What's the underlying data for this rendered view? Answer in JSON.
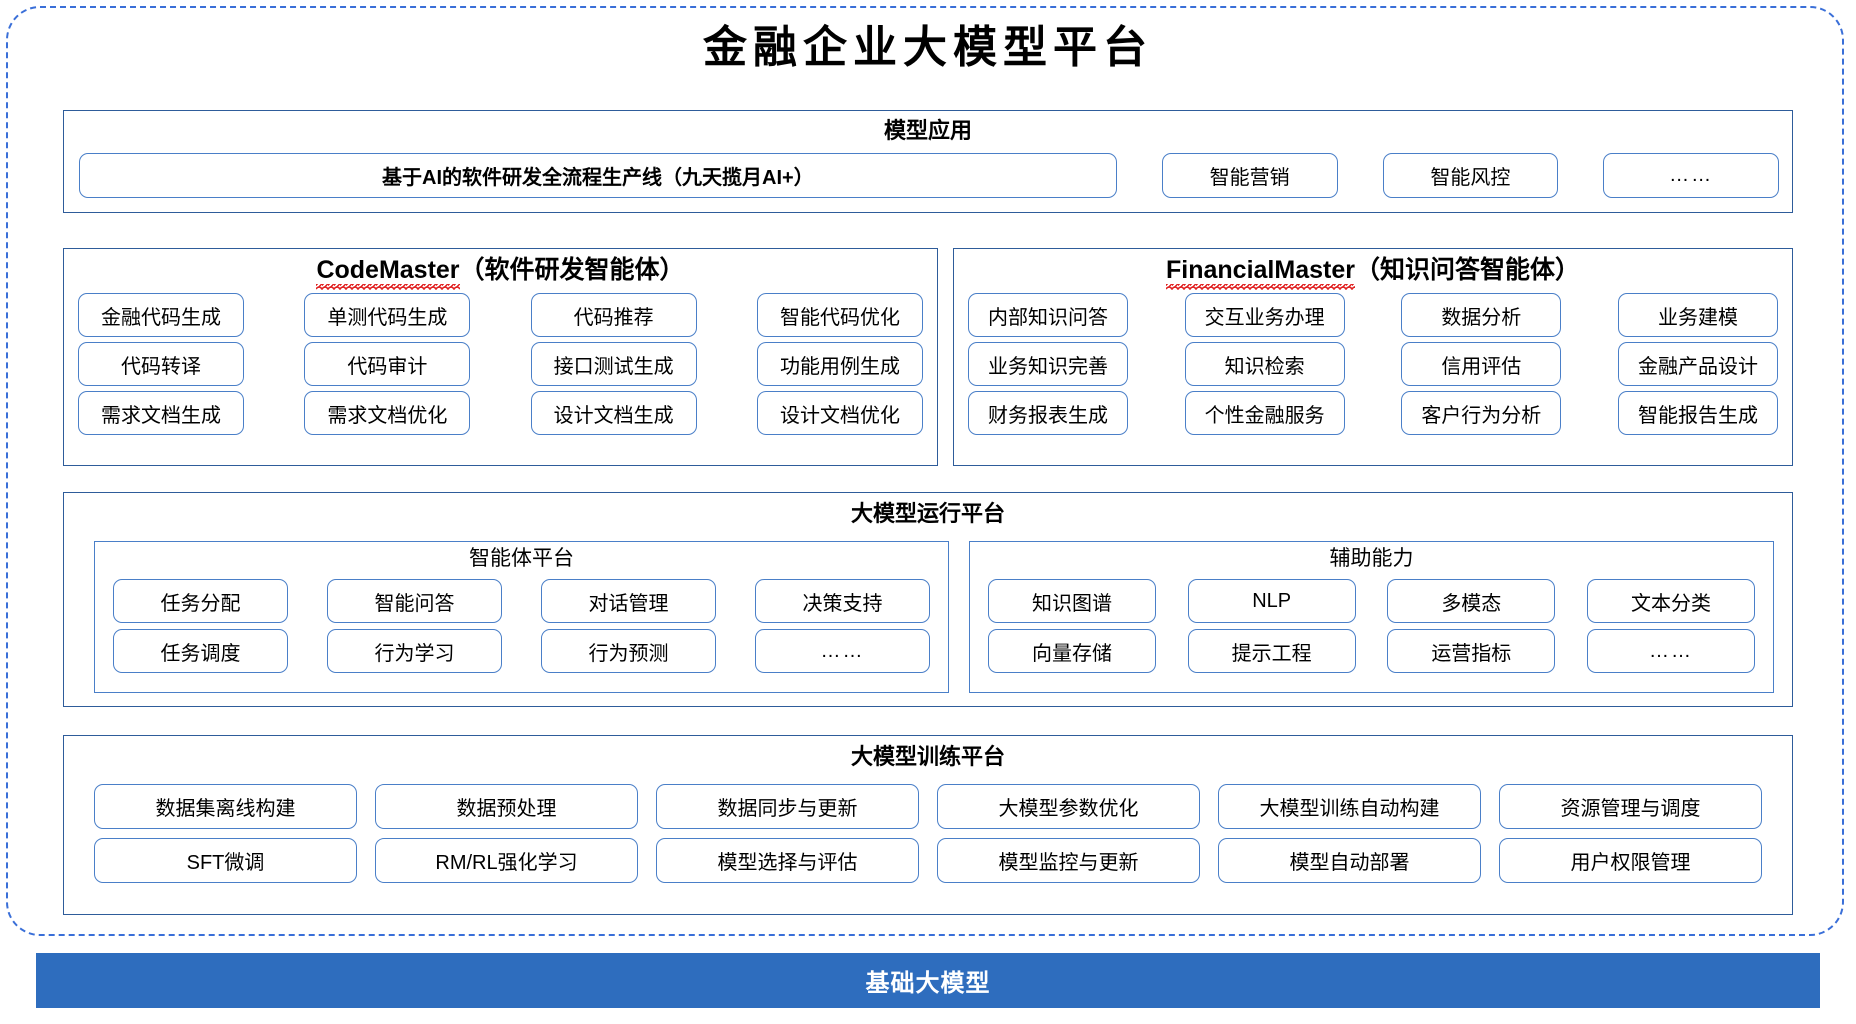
{
  "title": "金融企业大模型平台",
  "colors": {
    "outer_frame": "#3A6FD8",
    "section_border": "#2E5C9A",
    "chip_border": "#4A7FC8",
    "base_bar": "#2E6DBE",
    "spellcheck_underline": "#E02020"
  },
  "model_application": {
    "title": "模型应用",
    "pipeline": "基于AI的软件研发全流程生产线（九天揽月AI+）",
    "items": [
      "智能营销",
      "智能风控",
      "……"
    ]
  },
  "agents": {
    "code_master": {
      "name": "CodeMaster",
      "suffix": "（软件研发智能体）",
      "rows": [
        [
          "金融代码生成",
          "单测代码生成",
          "代码推荐",
          "智能代码优化"
        ],
        [
          "代码转译",
          "代码审计",
          "接口测试生成",
          "功能用例生成"
        ],
        [
          "需求文档生成",
          "需求文档优化",
          "设计文档生成",
          "设计文档优化"
        ]
      ]
    },
    "financial_master": {
      "name": "FinancialMaster",
      "suffix": "（知识问答智能体）",
      "rows": [
        [
          "内部知识问答",
          "交互业务办理",
          "数据分析",
          "业务建模"
        ],
        [
          "业务知识完善",
          "知识检索",
          "信用评估",
          "金融产品设计"
        ],
        [
          "财务报表生成",
          "个性金融服务",
          "客户行为分析",
          "智能报告生成"
        ]
      ]
    }
  },
  "runtime_platform": {
    "title": "大模型运行平台",
    "agent_platform": {
      "title": "智能体平台",
      "rows": [
        [
          "任务分配",
          "智能问答",
          "对话管理",
          "决策支持"
        ],
        [
          "任务调度",
          "行为学习",
          "行为预测",
          "……"
        ]
      ]
    },
    "auxiliary": {
      "title": "辅助能力",
      "rows": [
        [
          "知识图谱",
          "NLP",
          "多模态",
          "文本分类"
        ],
        [
          "向量存储",
          "提示工程",
          "运营指标",
          "……"
        ]
      ]
    }
  },
  "training_platform": {
    "title": "大模型训练平台",
    "rows": [
      [
        "数据集离线构建",
        "数据预处理",
        "数据同步与更新",
        "大模型参数优化",
        "大模型训练自动构建",
        "资源管理与调度"
      ],
      [
        "SFT微调",
        "RM/RL强化学习",
        "模型选择与评估",
        "模型监控与更新",
        "模型自动部署",
        "用户权限管理"
      ]
    ]
  },
  "base_model": {
    "label": "基础大模型"
  }
}
